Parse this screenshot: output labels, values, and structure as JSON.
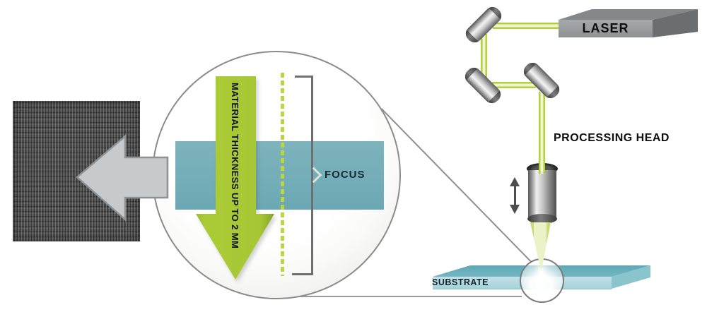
{
  "diagram": {
    "labels": {
      "laser": "LASER",
      "processing_head": "PROCESSING HEAD",
      "substrate": "SUBSTRATE",
      "focus": "FOCUS",
      "material_thickness": "MATERIAL THICKNESS UP TO 2 MM"
    },
    "colors": {
      "beam_edge_green": "#b4d138",
      "beam_core": "#eef3da",
      "material_arrow_green": "#a9c934",
      "material_arrow_edge": "#8aa72c",
      "dashed_axis_green": "#bdd53f",
      "band_teal": "#74aeb8",
      "substrate_top": "#63acb9",
      "substrate_front": "#bfe0e4",
      "substrate_side": "#8ac4cd",
      "laser_box_front": "#9a9da0",
      "laser_box_top": "#85888b",
      "laser_box_side": "#6b6e71",
      "big_arrow_gray": "#c7cacc",
      "outline_gray": "#8b8b8b",
      "label_black": "#0d0d0d",
      "focus_label_navy": "#142a33",
      "sample_dark_gray": "#4f4f4f"
    },
    "icons": {
      "magnifier_circle": "circle-outline",
      "left_arrow": "left-block-arrow",
      "down_arrow": "down-block-arrow",
      "up_down_arrow": "vertical-double-arrow",
      "mirror": "tilted-metal-cylinder",
      "focus_bracket": "square-bracket",
      "focus_chevron": "right-chevron"
    }
  }
}
